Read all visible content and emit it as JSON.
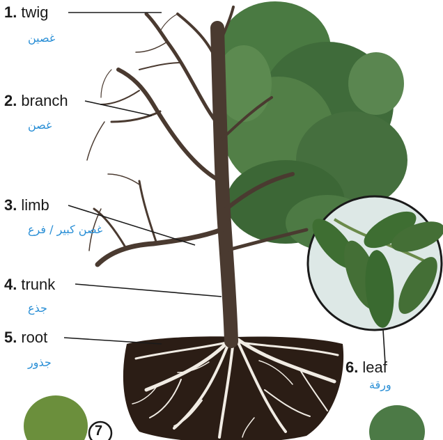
{
  "labels": [
    {
      "num": "1.",
      "en": "twig",
      "ar": "غصين"
    },
    {
      "num": "2.",
      "en": "branch",
      "ar": "غصن"
    },
    {
      "num": "3.",
      "en": "limb",
      "ar": "غصن كبير / فرع"
    },
    {
      "num": "4.",
      "en": "trunk",
      "ar": "جذع"
    },
    {
      "num": "5.",
      "en": "root",
      "ar": "جذور"
    },
    {
      "num": "6.",
      "en": "leaf",
      "ar": "ورقة"
    }
  ],
  "corner_numbers": [
    "7"
  ],
  "colors": {
    "label_text": "#1a1a1a",
    "arabic_text": "#2a8fd6",
    "bark": "#4a3a30",
    "foliage": "#3f6b3a",
    "soil": "#2b1d15",
    "roots": "#f1ece4",
    "leaf_bg": "#dde8e6"
  }
}
